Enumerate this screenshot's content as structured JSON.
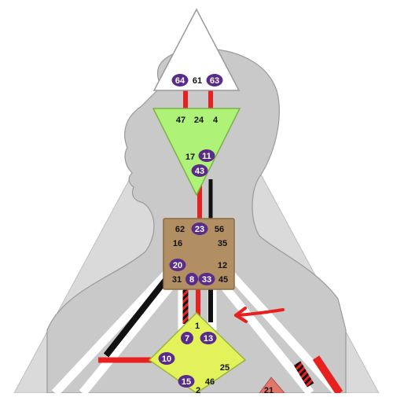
{
  "colors": {
    "head_center": "#ffffff",
    "ajna_center": "#aef278",
    "throat_center": "#b28f63",
    "g_center": "#e3f25a",
    "lower_center": "#e2766a",
    "gate_badge": "#5a2c8a",
    "channel_active": "#e82020",
    "channel_black": "#111111",
    "silhouette": "#c8c8c8",
    "body_shadow": "#d9d9d9",
    "arrow": "#e82020"
  },
  "head": {
    "gates": {
      "g64": "64",
      "g61": "61",
      "g63": "63"
    },
    "active": [
      "64",
      "63"
    ]
  },
  "ajna": {
    "gates": {
      "g47": "47",
      "g24": "24",
      "g4": "4",
      "g17": "17",
      "g11": "11",
      "g43": "43"
    },
    "active": [
      "11",
      "43"
    ]
  },
  "throat": {
    "gates": {
      "g62": "62",
      "g23": "23",
      "g56": "56",
      "g16": "16",
      "g35": "35",
      "g20": "20",
      "g12": "12",
      "g31": "31",
      "g8": "8",
      "g33": "33",
      "g45": "45"
    },
    "active": [
      "23",
      "20",
      "8",
      "33"
    ]
  },
  "g_center": {
    "gates": {
      "g1": "1",
      "g7": "7",
      "g13": "13",
      "g10": "10",
      "g25": "25",
      "g15": "15",
      "g46": "46",
      "g2": "2"
    },
    "active": [
      "7",
      "13",
      "10",
      "15"
    ]
  },
  "lower": {
    "gates": {
      "g21": "21"
    }
  },
  "annotation": {
    "icon": "red-arrow-icon"
  }
}
